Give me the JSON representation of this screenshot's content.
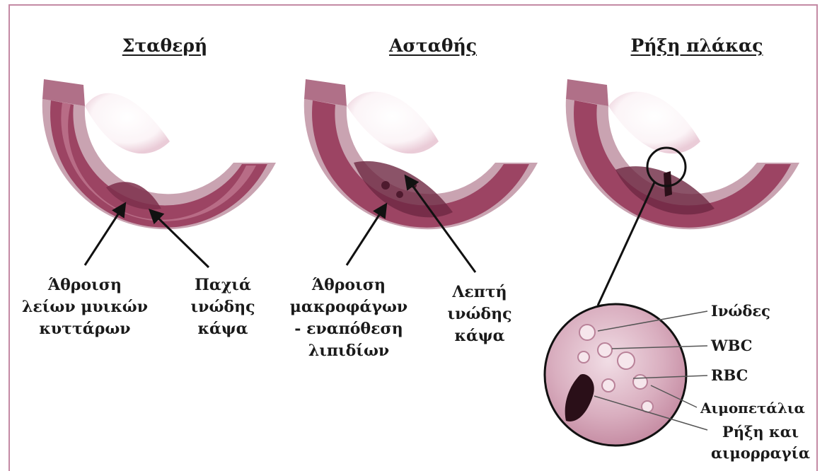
{
  "panels": [
    {
      "title": "Σταθερή"
    },
    {
      "title": "Ασταθής"
    },
    {
      "title": "Ρήξη πλάκας"
    }
  ],
  "labels": {
    "smooth_muscle": [
      "Άθροιση",
      "λείων μυικών",
      "κυττάρων"
    ],
    "thick_cap": [
      "Παχιά",
      "ινώδης",
      "κάψα"
    ],
    "macrophages": [
      "Άθροιση",
      "μακροφάγων",
      "- εναπόθεση",
      "λιπιδίων"
    ],
    "thin_cap": [
      "Λεπτή",
      "ινώδης",
      "κάψα"
    ]
  },
  "inset_labels": {
    "fibrin": "Ινώδες",
    "wbc": "WBC",
    "rbc": "RBC",
    "platelets": "Αιμοπετάλια",
    "rupture": [
      "Ρήξη και",
      "αιμορραγία"
    ]
  },
  "colors": {
    "vessel_outer": "#c9a3b1",
    "vessel_mid": "#9c4463",
    "vessel_inner": "#b86c86",
    "plaque": "#e6c7d2",
    "border": "#c48aa4"
  }
}
